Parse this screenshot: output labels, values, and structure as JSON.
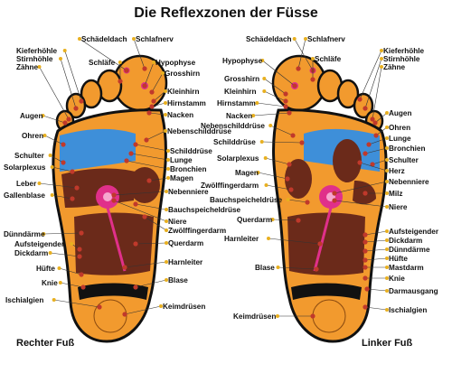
{
  "title": "Die Reflexzonen der Füsse",
  "right_foot": {
    "caption": "Rechter Fuß",
    "labels": [
      "Schädeldach",
      "Schlafnerv",
      "Kieferhöhle",
      "Stirnhöhle",
      "Zähne",
      "Schläfe",
      "Hypophyse",
      "Grosshirn",
      "Kleinhirn",
      "Hirnstamm",
      "Nacken",
      "Augen",
      "Nebenschilddrüse",
      "Ohren",
      "Schilddrüse",
      "Lunge",
      "Bronchien",
      "Schulter",
      "Magen",
      "Solarplexus",
      "Leber",
      "Gallenblase",
      "Nebenniere",
      "Bauchspeicheldrüse",
      "Niere",
      "Zwölffingerdarm",
      "Dünndärme",
      "Querdarm",
      "Aufsteigender",
      "Dickdarm",
      "Harnleiter",
      "Hüfte",
      "Knie",
      "Blase",
      "Ischialgien",
      "Keimdrüsen"
    ]
  },
  "left_foot": {
    "caption": "Linker Fuß",
    "labels": [
      "Schädeldach",
      "Schlafnerv",
      "Kieferhöhle",
      "Stirnhöhle",
      "Zähne",
      "Hypophyse",
      "Schläfe",
      "Grosshirn",
      "Kleinhirn",
      "Hirnstamm",
      "Nacken",
      "Augen",
      "Nebenschilddrüse",
      "Schilddrüse",
      "Ohren",
      "Lunge",
      "Bronchien",
      "Solarplexus",
      "Schulter",
      "Herz",
      "Magen",
      "Zwölffingerdarm",
      "Nebenniere",
      "Bauchspeicheldrüse",
      "Milz",
      "Niere",
      "Querdarm",
      "Aufsteigender",
      "Dickdarm",
      "Harnleiter",
      "Dünndärme",
      "Hüfte",
      "Mastdarm",
      "Blase",
      "Knie",
      "Darmausgang",
      "Ischialgien",
      "Keimdrüsen"
    ]
  },
  "colors": {
    "orange": "#F29A2E",
    "brown": "#6B2A1A",
    "blue": "#3E8FD9",
    "magenta": "#E0308A",
    "outline": "#111111",
    "leader": "#E8B020"
  }
}
